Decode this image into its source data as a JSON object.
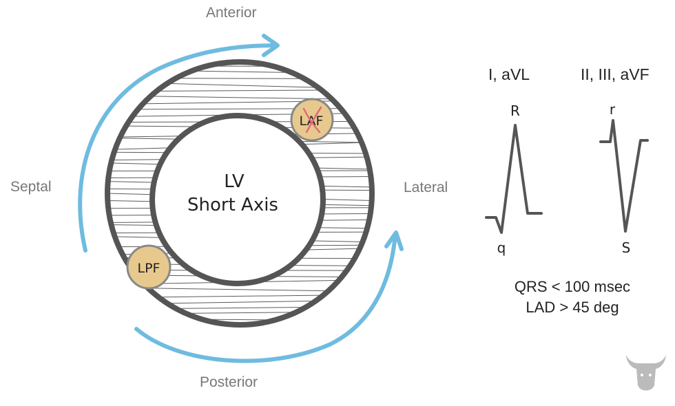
{
  "directions": {
    "anterior": "Anterior",
    "septal": "Septal",
    "lateral": "Lateral",
    "posterior": "Posterior"
  },
  "ventricle": {
    "line1": "LV",
    "line2": "Short Axis"
  },
  "fascicles": {
    "laf": "LAF",
    "lpf": "LPF",
    "laf_status": "crossed-out"
  },
  "ecg": {
    "lateral_leads": "I, aVL",
    "inferior_leads": "II, III, aVF",
    "lateral_wave_labels": {
      "peak": "R",
      "trough": "q"
    },
    "inferior_wave_labels": {
      "peak": "r",
      "trough": "S"
    }
  },
  "criteria": {
    "qrs": "QRS < 100 msec",
    "lad": "LAD > 45 deg"
  },
  "colors": {
    "ring": "#555555",
    "arrow": "#6fbbe0",
    "fascicle_fill": "#e8c98d",
    "fascicle_stroke": "#888888",
    "cross_mark": "#e06a7a",
    "wave": "#555555",
    "logo": "#bbbbbb"
  },
  "icons": {
    "logo": "bull-head-icon"
  }
}
